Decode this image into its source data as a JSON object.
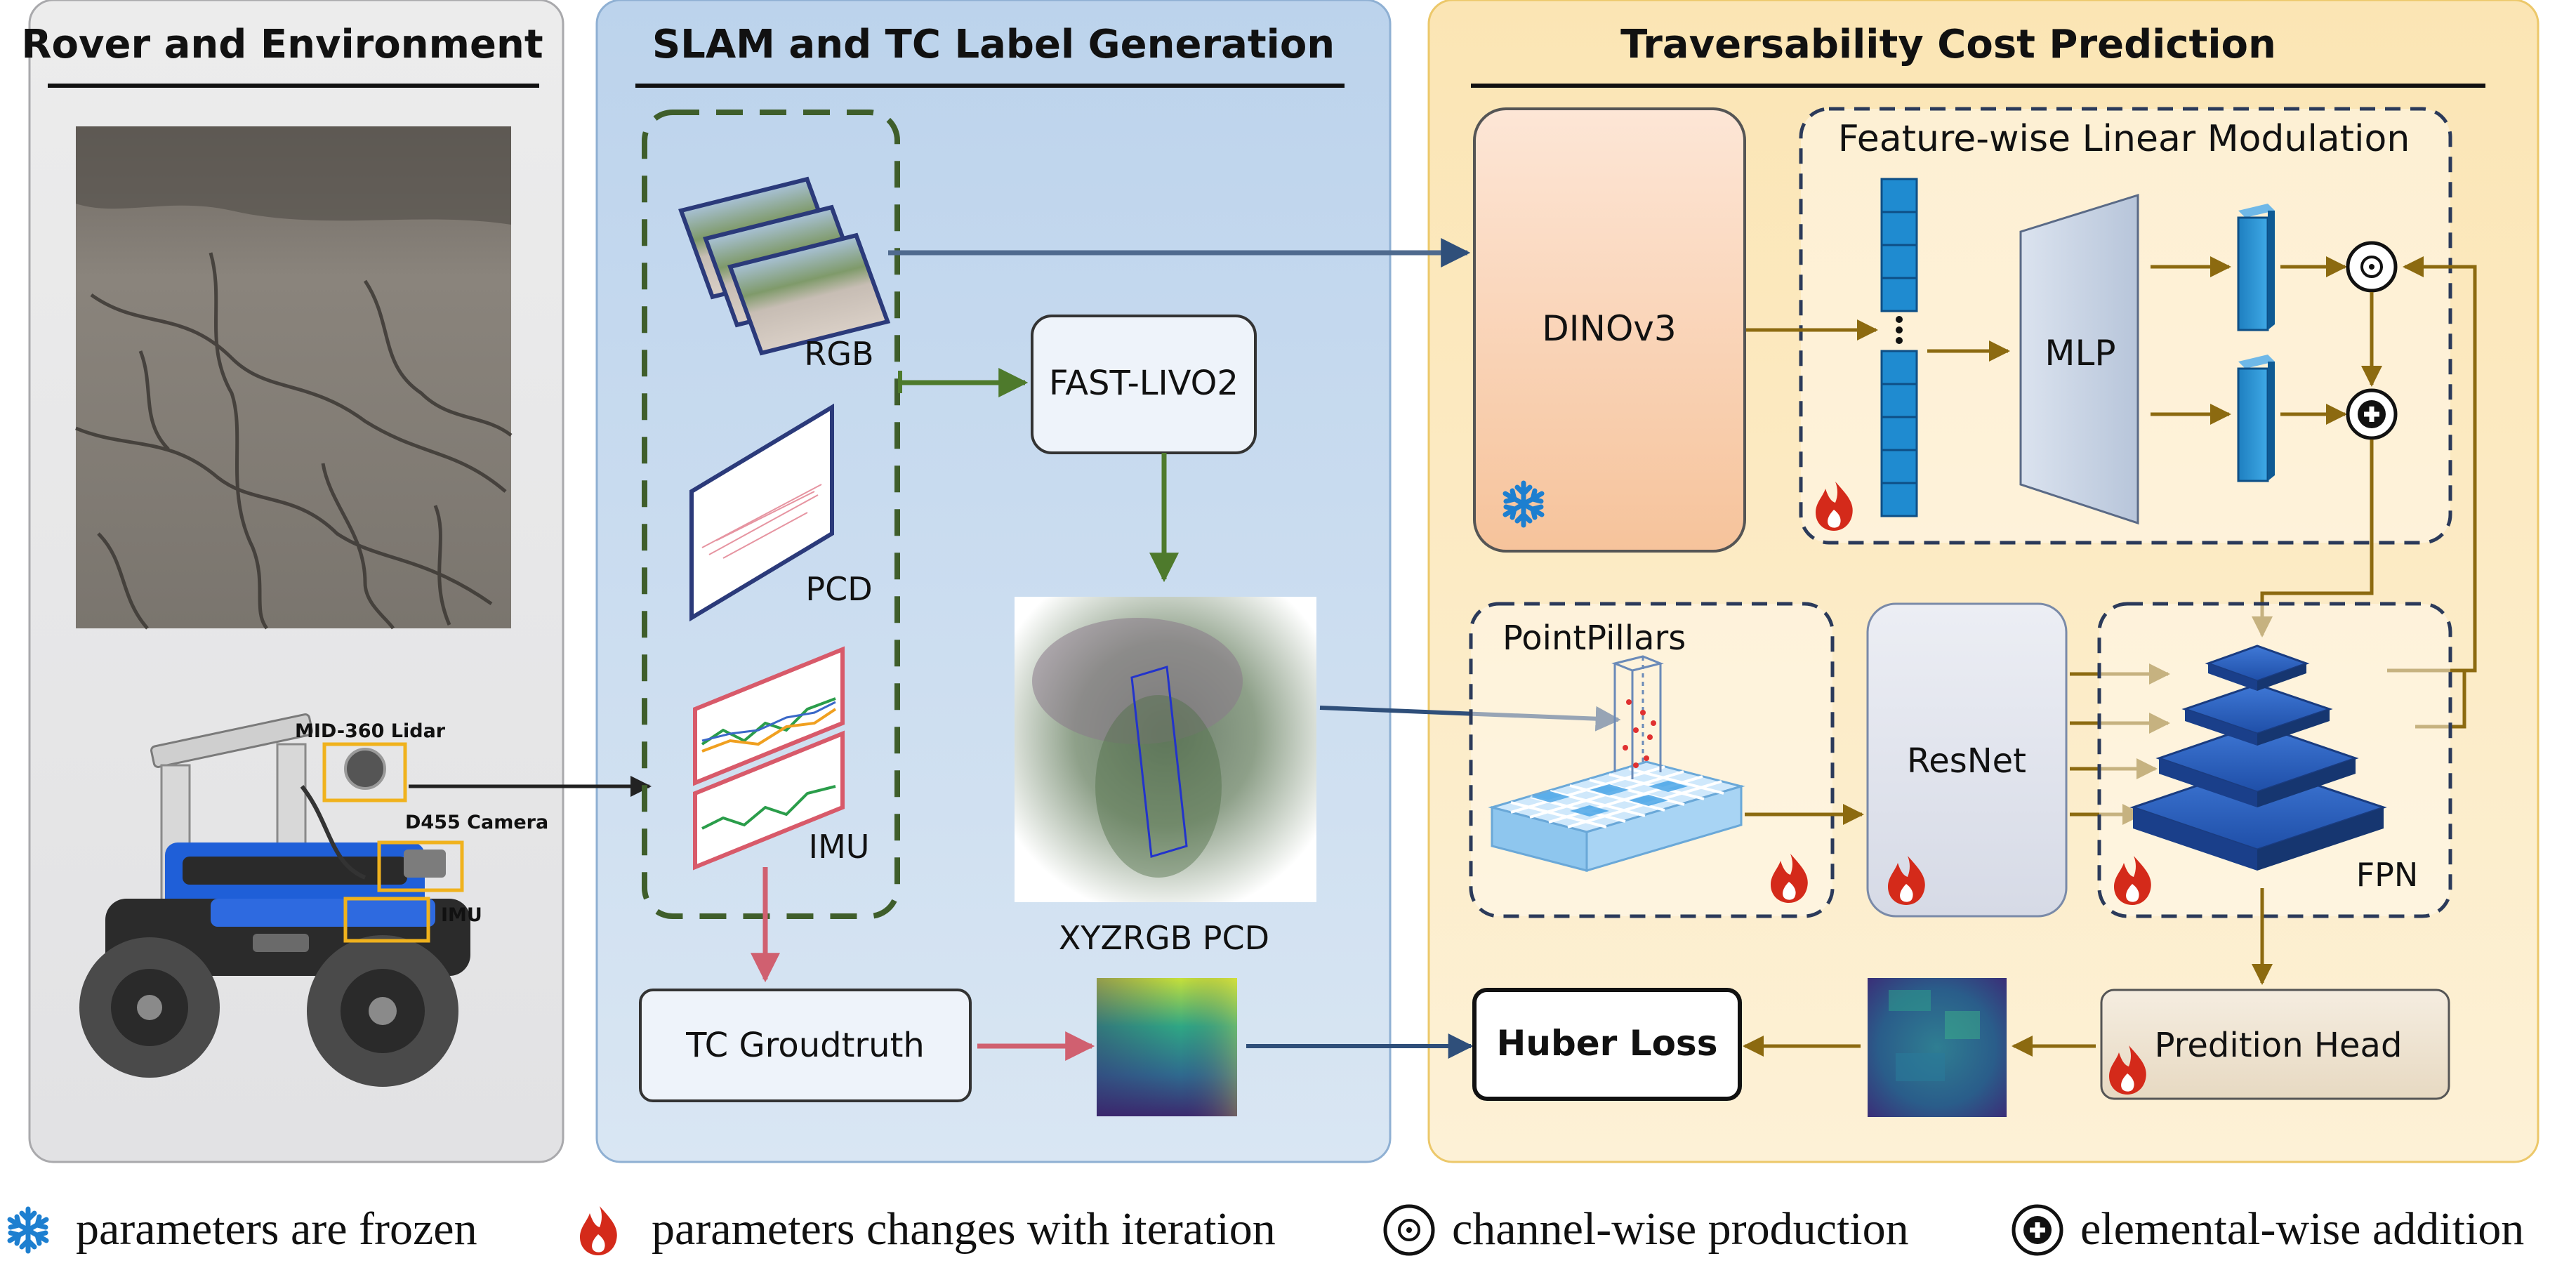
{
  "panels": {
    "rover": {
      "title": "Rover and Environment"
    },
    "slam": {
      "title": "SLAM and TC Label Generation"
    },
    "tc": {
      "title": "Traversability Cost Prediction"
    }
  },
  "rover": {
    "lidar_label": "MID-360 Lidar",
    "camera_label": "D455 Camera",
    "imu_label": "IMU"
  },
  "sensors": {
    "rgb": "RGB",
    "pcd": "PCD",
    "imu": "IMU"
  },
  "slam": {
    "fast_livo2": "FAST-LIVO2",
    "xyzrgb_pcd": "XYZRGB PCD",
    "tc_groundtruth": "TC Groudtruth"
  },
  "model": {
    "dinov3": "DINOv3",
    "film_title": "Feature-wise Linear Modulation",
    "mlp": "MLP",
    "pointpillars": "PointPillars",
    "resnet": "ResNet",
    "fpn": "FPN",
    "prediction_head": "Predition Head",
    "huber_loss": "Huber Loss"
  },
  "legend": {
    "frozen": "parameters are frozen",
    "trainable": "parameters changes with iteration",
    "channel_product": "channel-wise production",
    "element_add": "elemental-wise addition"
  },
  "colors": {
    "rover_panel_bg": "#e8e7e8",
    "slam_panel_bg": "#c9dcef",
    "tc_panel_bg": "#fbe9c0",
    "green_arrow": "#4e7a2c",
    "red_arrow": "#d06070",
    "blue_arrow": "#2f4f7a",
    "brown_arrow": "#8c6a10",
    "snowflake": "#1d7fd0",
    "flame": "#d42a1a"
  }
}
